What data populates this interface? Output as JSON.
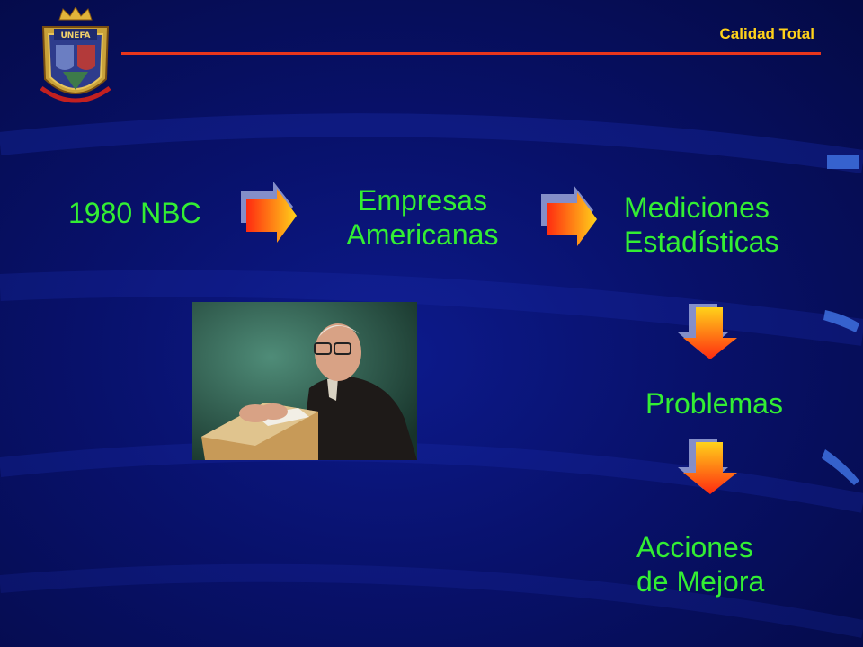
{
  "header": {
    "title": "Calidad Total"
  },
  "crest": {
    "text": "UNEFA"
  },
  "flow": {
    "start": "1980 NBC",
    "companies": [
      "Empresas",
      "Americanas"
    ],
    "measurements": [
      "Mediciones",
      "Estadísticas"
    ],
    "problems": "Problemas",
    "actions": [
      "Acciones",
      "de Mejora"
    ]
  },
  "colors": {
    "accent_text": "#33ee33",
    "title": "#ffd21a",
    "rule": "#e8361c",
    "background": "#08116b"
  }
}
